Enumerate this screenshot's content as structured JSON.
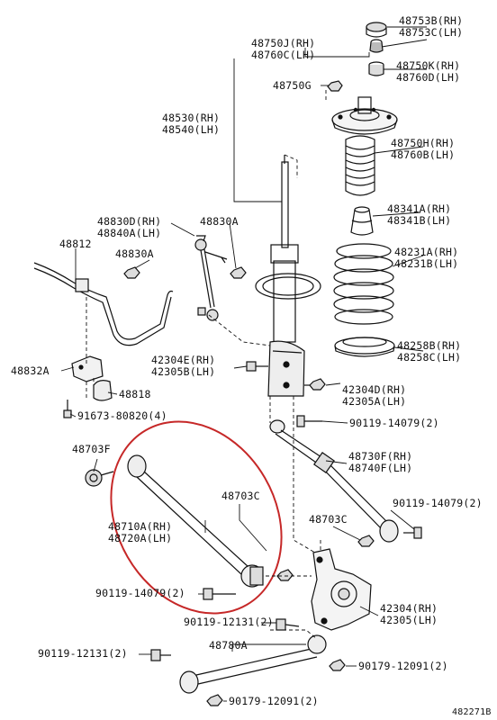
{
  "labels": {
    "p48753": {
      "a": "48753B(RH)",
      "b": "48753C(LH)"
    },
    "p48750j": {
      "a": "48750J(RH)",
      "b": "48760C(LH)"
    },
    "p48750k": {
      "a": "48750K(RH)",
      "b": "48760D(LH)"
    },
    "p48750g": "48750G",
    "p48530": {
      "a": "48530(RH)",
      "b": "48540(LH)"
    },
    "p48750h": {
      "a": "48750H(RH)",
      "b": "48760B(LH)"
    },
    "p48341": {
      "a": "48341A(RH)",
      "b": "48341B(LH)"
    },
    "p48830d": {
      "a": "48830D(RH)",
      "b": "48840A(LH)"
    },
    "p48830a1": "48830A",
    "p48812": "48812",
    "p48830a2": "48830A",
    "p48231": {
      "a": "48231A(RH)",
      "b": "48231B(LH)"
    },
    "p48258": {
      "a": "48258B(RH)",
      "b": "48258C(LH)"
    },
    "p48832a": "48832A",
    "p42304e": {
      "a": "42304E(RH)",
      "b": "42305B(LH)"
    },
    "p42304d": {
      "a": "42304D(RH)",
      "b": "42305A(LH)"
    },
    "p48818": "48818",
    "p91673": "91673-80820(4)",
    "p90119a": "90119-14079(2)",
    "p48703f": "48703F",
    "p48730f": {
      "a": "48730F(RH)",
      "b": "48740F(LH)"
    },
    "p48703c1": "48703C",
    "p90119b": "90119-14079(2)",
    "p48710a": {
      "a": "48710A(RH)",
      "b": "48720A(LH)"
    },
    "p48703c2": "48703C",
    "p90119c": "90119-14079(2)",
    "p42304": {
      "a": "42304(RH)",
      "b": "42305(LH)"
    },
    "p90119d": "90119-12131(2)",
    "p90119e": "90119-12131(2)",
    "p48780a": "48780A",
    "p90179a": "90179-12091(2)",
    "p90179b": "90179-12091(2)",
    "p482271b": "482271B"
  }
}
